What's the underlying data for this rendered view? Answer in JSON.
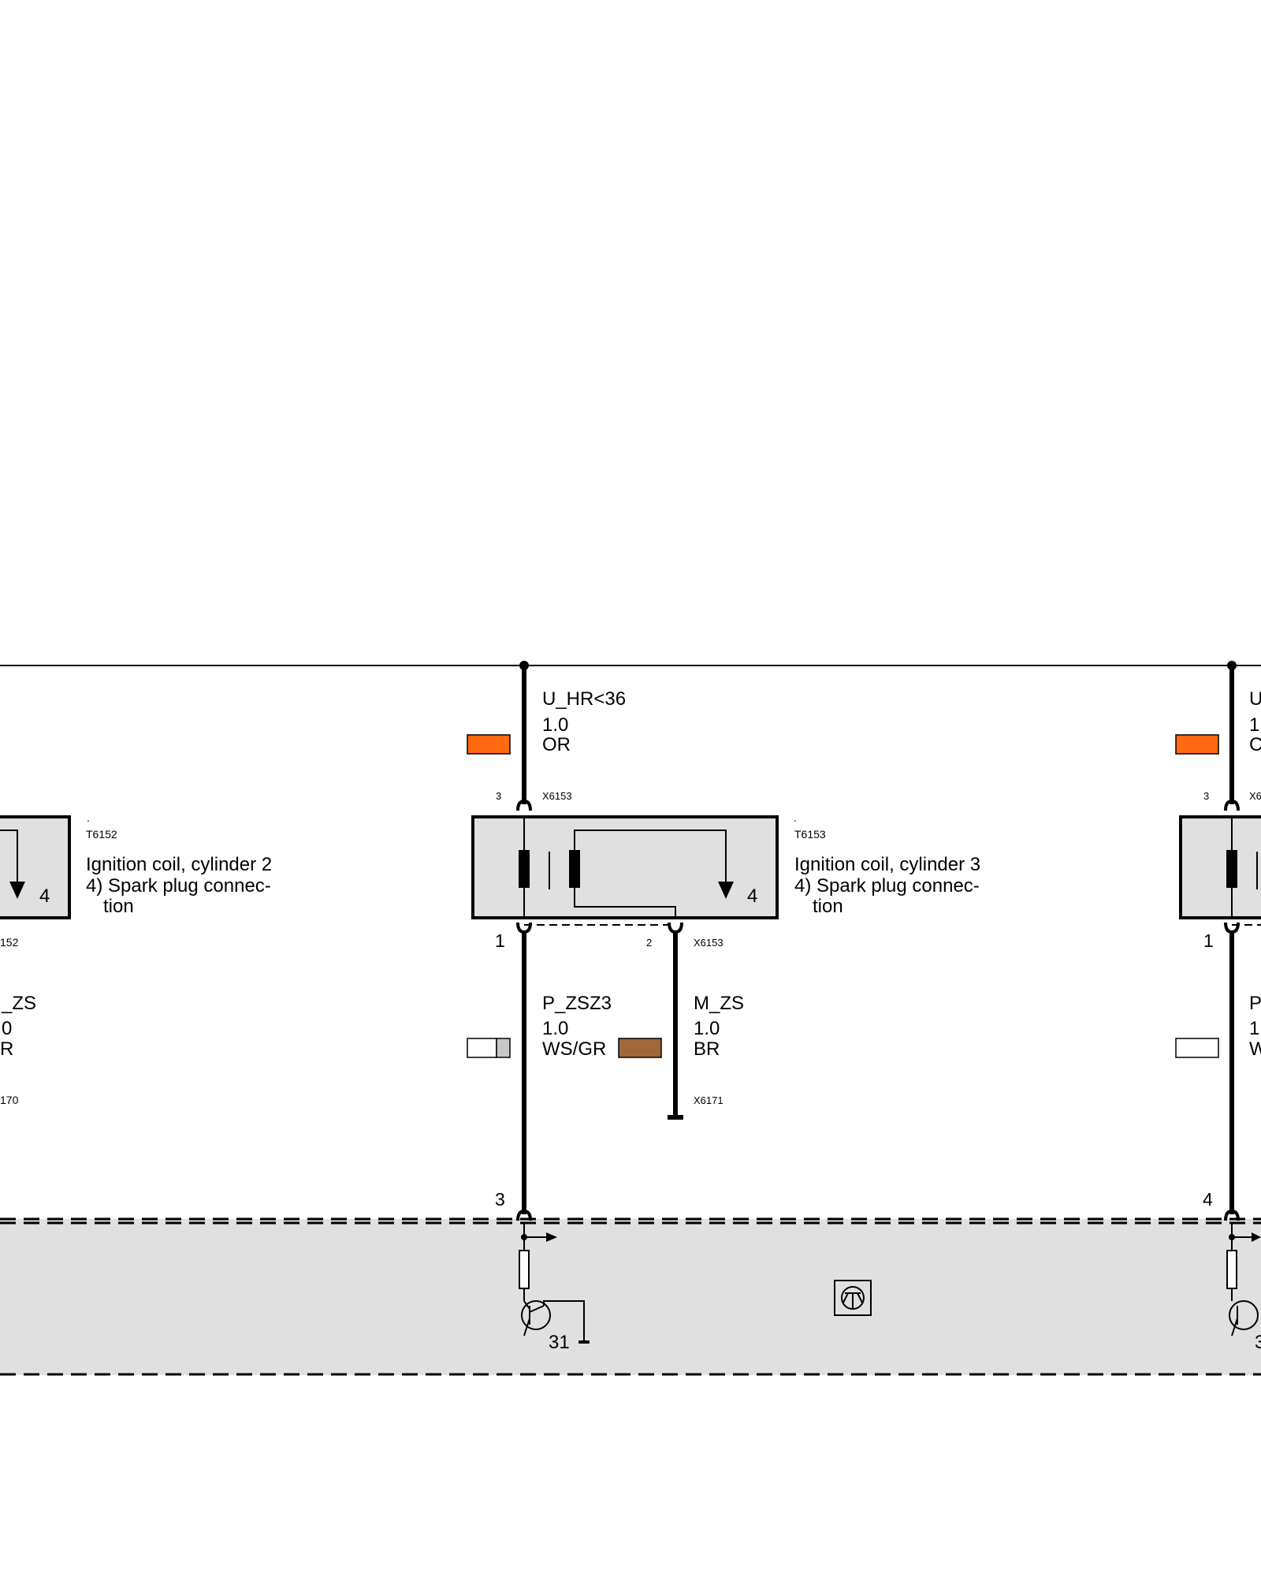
{
  "diagram": {
    "colors": {
      "orange": "#ff6a10",
      "brown": "#a0683a",
      "gray_fill": "#e0e0e0",
      "white": "#ffffff",
      "gray_stripe": "#c8c8c8"
    },
    "left_partial": {
      "component_dot": ".",
      "component_id": "T6152",
      "desc_line1": "Ignition coil, cylinder 2",
      "desc_line2": "4) Spark plug connec-",
      "desc_line3": "tion",
      "pin_out": "4",
      "connector_bottom": "152",
      "wire_name": "_ZS",
      "wire_size": "0",
      "wire_color": "R",
      "ground_connector": "170"
    },
    "center": {
      "supply_name": "U_HR<36",
      "supply_size": "1.0",
      "supply_color": "OR",
      "top_pin": "3",
      "top_connector": "X6153",
      "component_dot": ".",
      "component_id": "T6153",
      "desc_line1": "Ignition coil, cylinder 3",
      "desc_line2": "4) Spark plug connec-",
      "desc_line3": "tion",
      "pin_out": "4",
      "pin1": "1",
      "pin2": "2",
      "bottom_connector": "X6153",
      "signal_name": "P_ZSZ3",
      "signal_size": "1.0",
      "signal_color": "WS/GR",
      "ground_name": "M_ZS",
      "ground_size": "1.0",
      "ground_color": "BR",
      "ground_connector": "X6171",
      "ecu_pin": "3",
      "ecu_ground": "31"
    },
    "right_partial": {
      "supply_name": "U",
      "supply_size": "1",
      "supply_color": "C",
      "top_pin": "3",
      "top_connector": "X6",
      "pin1": "1",
      "signal_name": "P",
      "signal_size": "1",
      "signal_color": "W",
      "ecu_pin": "4",
      "ecu_ground": "3"
    }
  }
}
